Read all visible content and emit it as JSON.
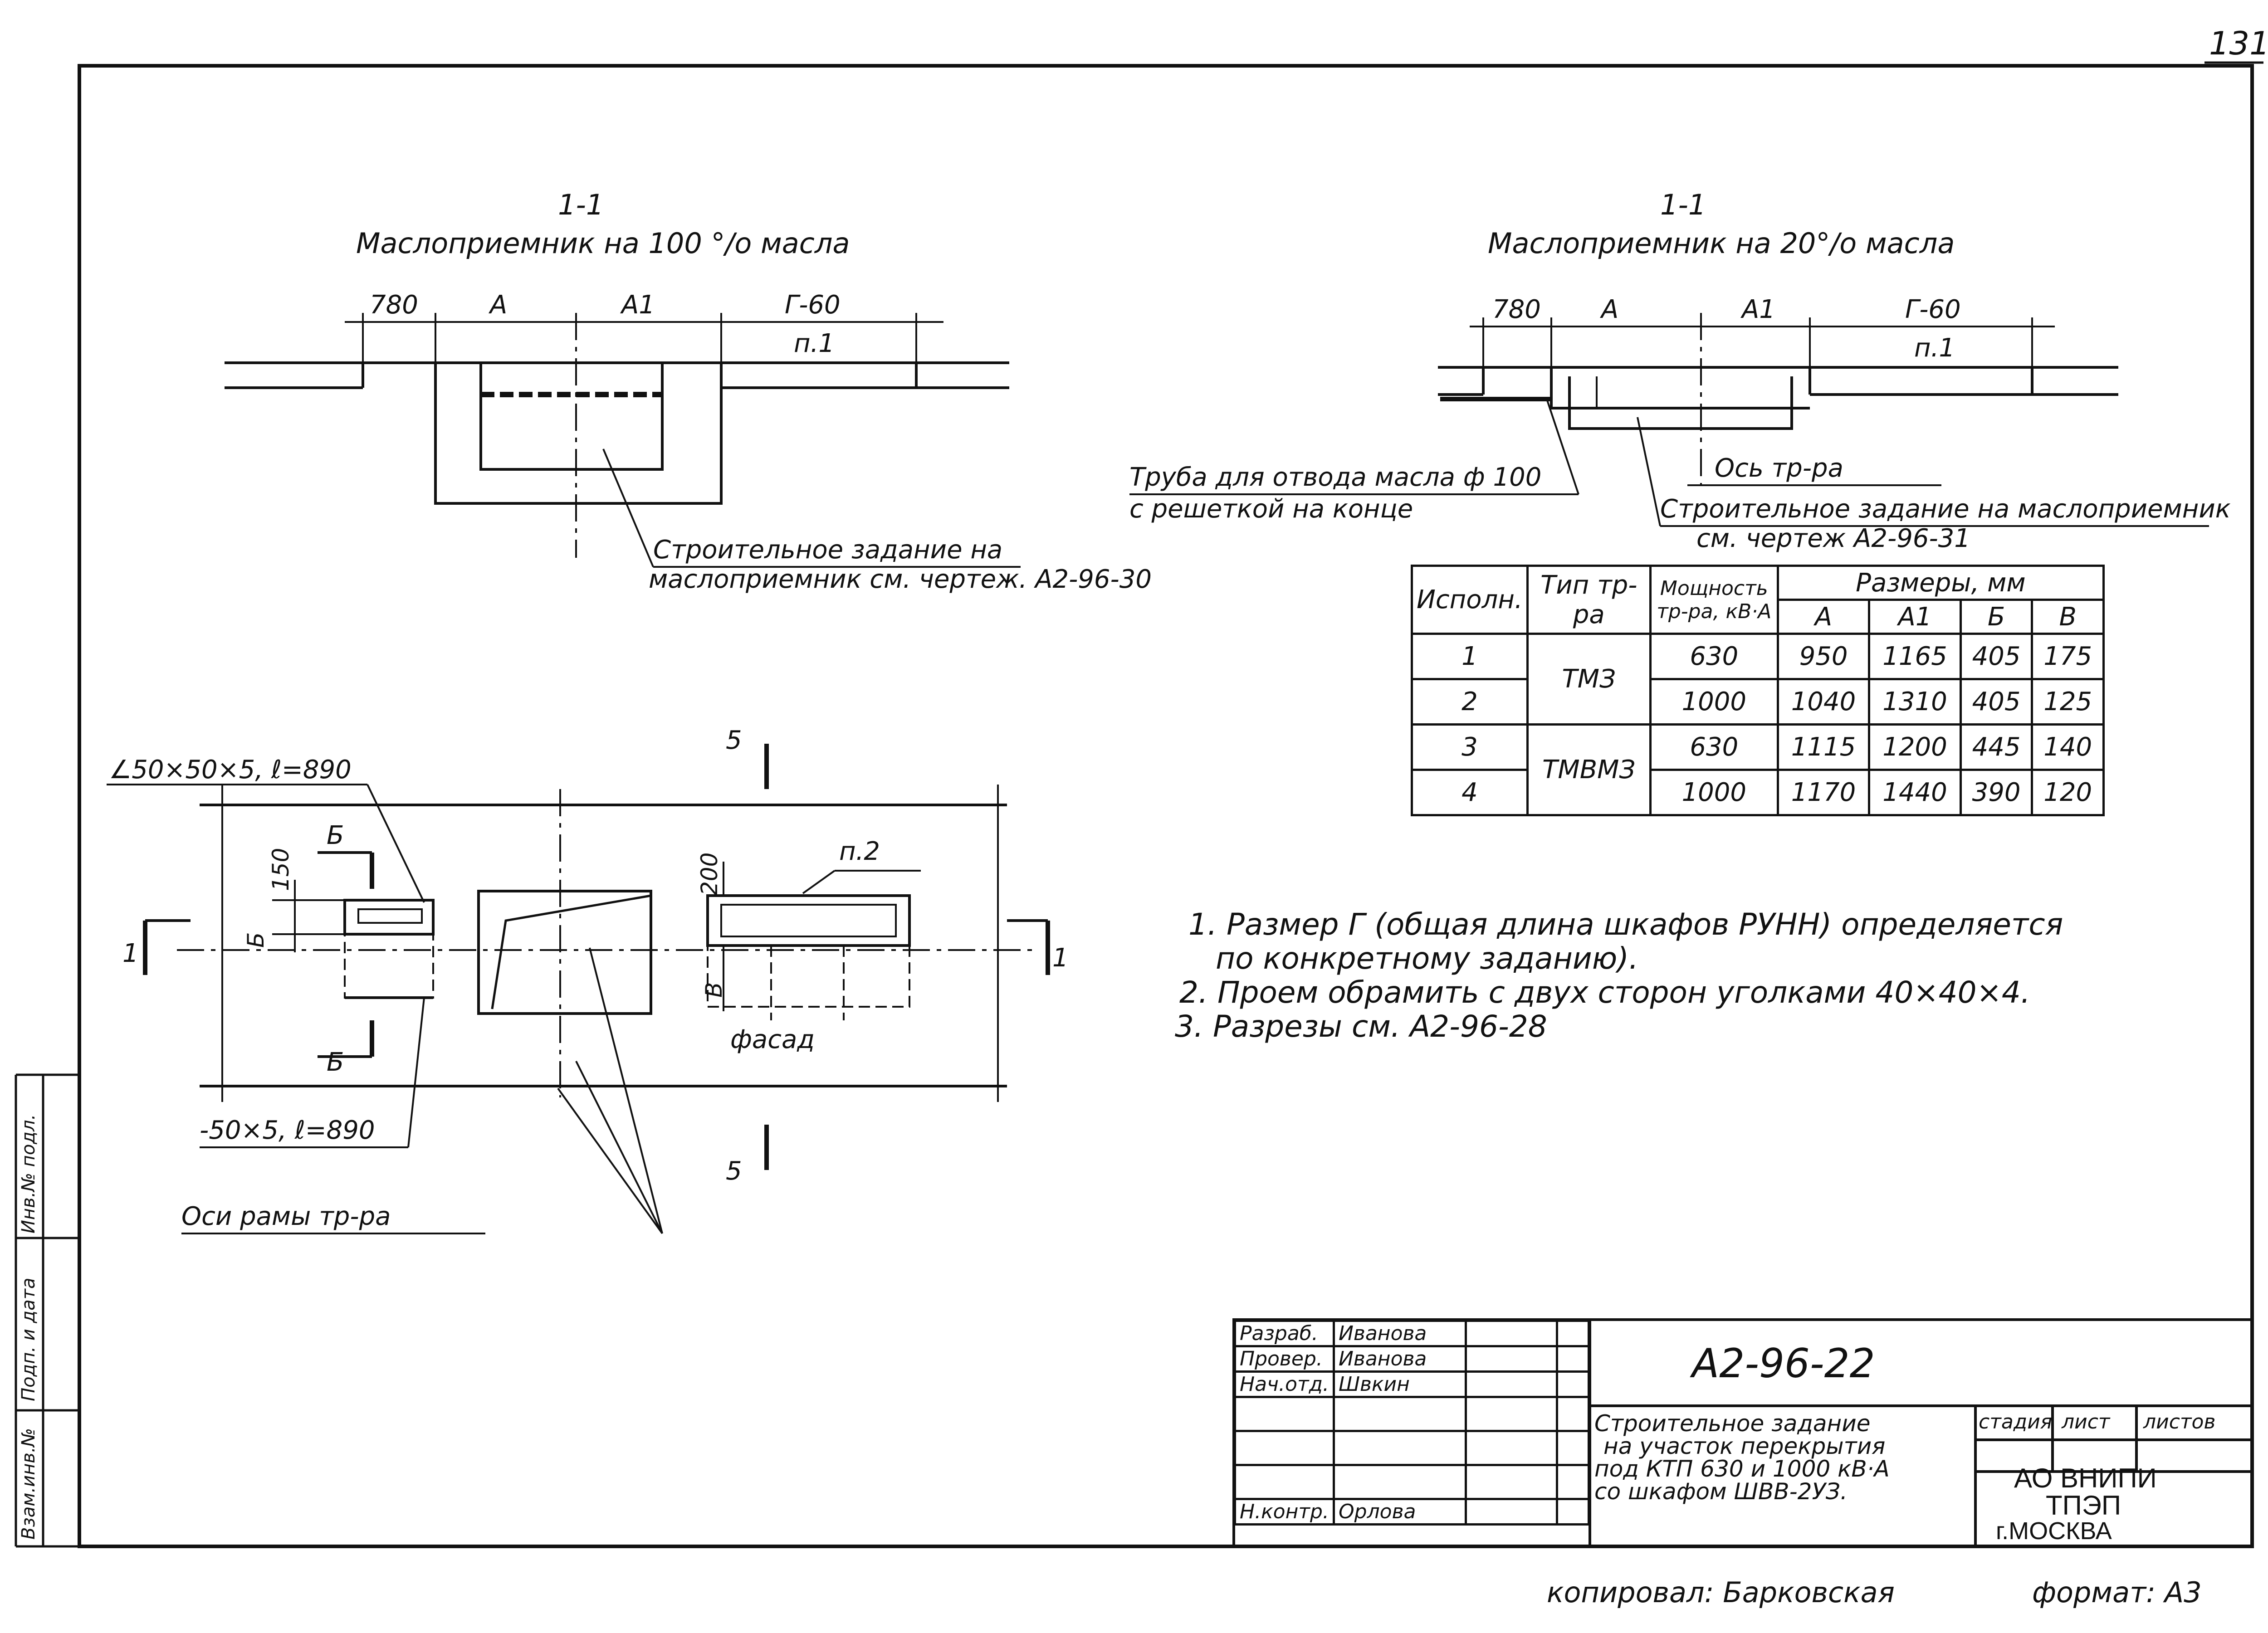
{
  "page_number": "131",
  "left_view": {
    "section_mark": "1-1",
    "title": "Маслоприемник на 100 °/о масла",
    "dims": [
      "780",
      "А",
      "А1",
      "Г-60"
    ],
    "pos": "п.1",
    "callout": [
      "Строительное задание на",
      "маслоприемник см. чертеж. А2-96-30"
    ]
  },
  "right_view": {
    "section_mark": "1-1",
    "title": "Маслоприемник на 20°/о масла",
    "dims": [
      "780",
      "А",
      "А1",
      "Г-60"
    ],
    "pos": "п.1",
    "pipe_callout": [
      "Труба для отвода масла ф 100",
      "с решеткой на конце"
    ],
    "axis_label": "Ось тр-ра",
    "callout": [
      "Строительное задание на маслоприемник",
      "см. чертеж А2-96-31"
    ]
  },
  "spec_table": {
    "headers": {
      "ispoln": "Исполн.",
      "type": "Тип тр-ра",
      "power": "Мощность тр-ра, кВ·А",
      "sizes": "Размеры, мм",
      "cols": [
        "А",
        "А1",
        "Б",
        "В"
      ]
    },
    "rows": [
      {
        "n": "1",
        "type": "ТМЗ",
        "power": "630",
        "A": "950",
        "A1": "1165",
        "B": "405",
        "V": "175"
      },
      {
        "n": "2",
        "type": "",
        "power": "1000",
        "A": "1040",
        "A1": "1310",
        "B": "405",
        "V": "125"
      },
      {
        "n": "3",
        "type": "ТМВМЗ",
        "power": "630",
        "A": "1115",
        "A1": "1200",
        "B": "445",
        "V": "140"
      },
      {
        "n": "4",
        "type": "",
        "power": "1000",
        "A": "1170",
        "A1": "1440",
        "B": "390",
        "V": "120"
      }
    ]
  },
  "plan_view": {
    "angle_label": "∠50×50×5, ℓ=890",
    "strip_label": "-50×5, ℓ=890",
    "frame_axes_label": "Оси рамы тр-ра",
    "facade_label": "фасад",
    "pos": "п.2",
    "dim_150": "150",
    "dim_200": "200",
    "dim_B": "Б",
    "dim_V": "В",
    "cut_B": "Б",
    "cut_5": "5",
    "cut_1": "1"
  },
  "notes": [
    "1. Размер Г (общая длина шкафов РУНН) определяется",
    "по конкретному заданию).",
    "2. Проем обрамить с двух сторон уголками 40×40×4.",
    "3. Разрезы см. А2-96-28"
  ],
  "title_block": {
    "roles": [
      "Разраб.",
      "Провер.",
      "Нач.отд.",
      "",
      "",
      "",
      "Н.контр."
    ],
    "names": [
      "Иванова",
      "Иванова",
      "Швкин",
      "",
      "",
      "",
      "Орлова"
    ],
    "drawing_code": "А2-96-22",
    "description": [
      "Строительное задание",
      "на участок перекрытия",
      "под КТП 630 и 1000 кВ·А",
      "со шкафом ШВВ-2УЗ."
    ],
    "stage_label": "стадия",
    "sheet_label": "лист",
    "sheets_label": "листов",
    "org": [
      "АО ВНИПИ",
      "ТПЭП",
      "г.МОСКВА"
    ]
  },
  "side_stamp": [
    "Инв.№ подл.",
    "Подп. и дата",
    "Взам.инв.№"
  ],
  "footer": {
    "copied": "копировал: Барковская",
    "format": "формат: А3"
  }
}
